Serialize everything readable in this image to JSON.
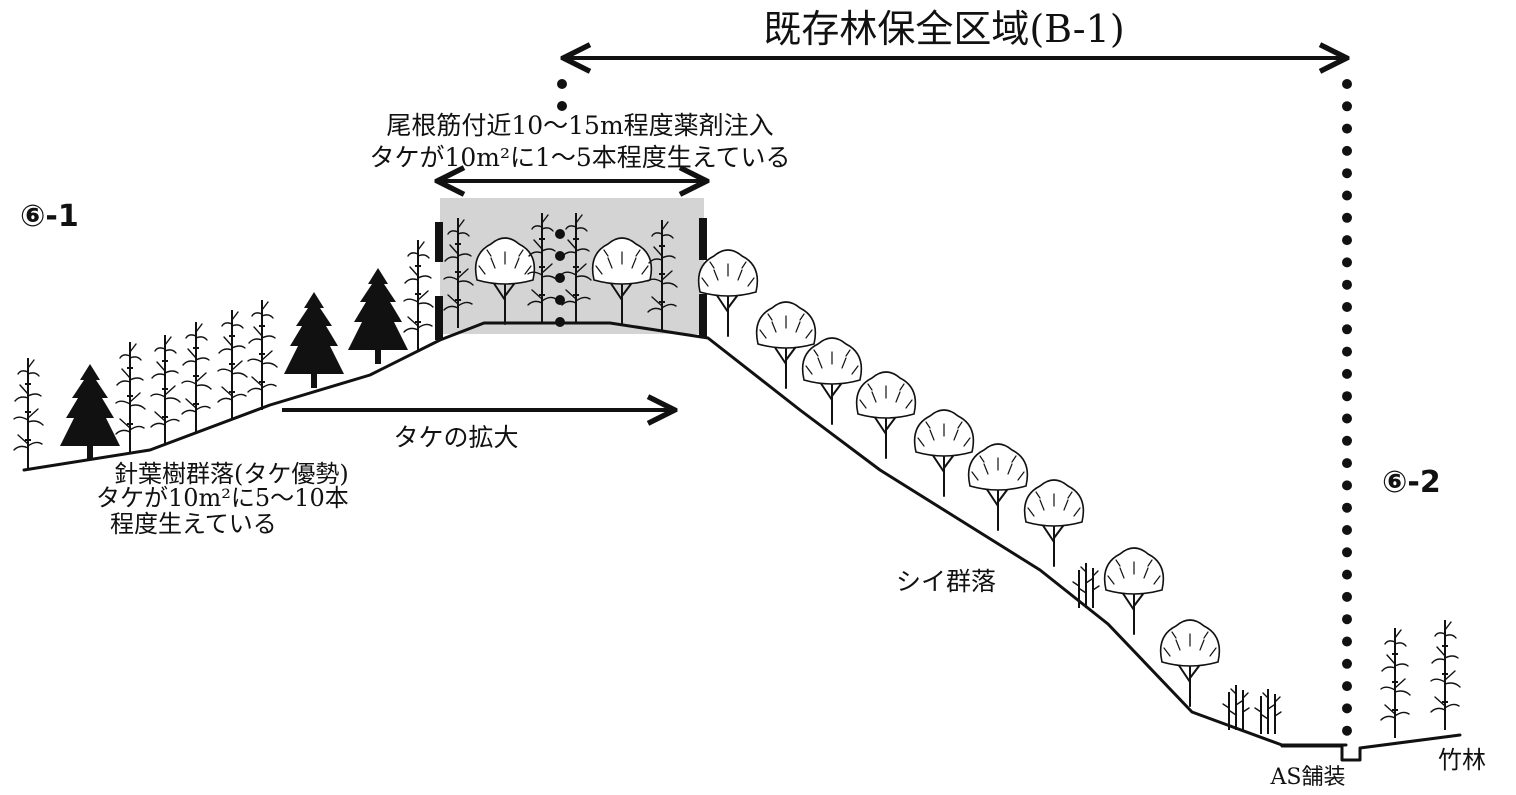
{
  "title": "既存林保全区域(B-1)",
  "section_labels": {
    "left": "⑥-1",
    "right": "⑥-2"
  },
  "ridge_annotation": {
    "line1": "尾根筋付近10～15m程度薬剤注入",
    "line2": "タケが10m²に1～5本程度生えている"
  },
  "bamboo_expansion_label": "タケの拡大",
  "conifer_community": {
    "line1": "針葉樹群落(タケ優勢)",
    "line2": "タケが10m²に5～10本",
    "line3": "程度生えている"
  },
  "shii_community_label": "シイ群落",
  "as_paving_label": "AS舗装",
  "bamboo_forest_label": "竹林",
  "colors": {
    "ink": "#111111",
    "treatment_zone": "#d4d4d4",
    "background": "#ffffff"
  },
  "icons": {
    "conifer": "conifer-tree-icon",
    "bamboo": "bamboo-culm-icon",
    "broadleaf": "broadleaf-tree-icon"
  }
}
